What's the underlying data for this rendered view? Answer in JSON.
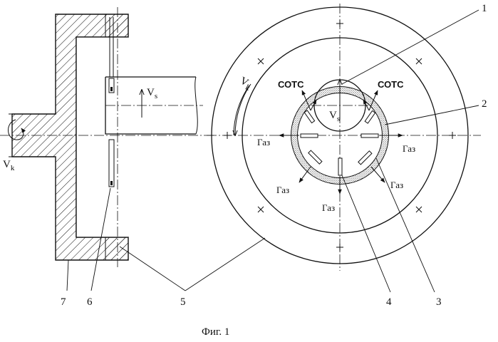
{
  "figure": {
    "caption": "Фиг. 1",
    "callouts": [
      "1",
      "2",
      "3",
      "4",
      "5",
      "6",
      "7"
    ],
    "velocity_labels": {
      "disk_main": "V",
      "disk_sub": "k",
      "stone_main": "V",
      "stone_sub": "s"
    },
    "coolant_label": "СОТС",
    "gas_label": "Газ"
  }
}
